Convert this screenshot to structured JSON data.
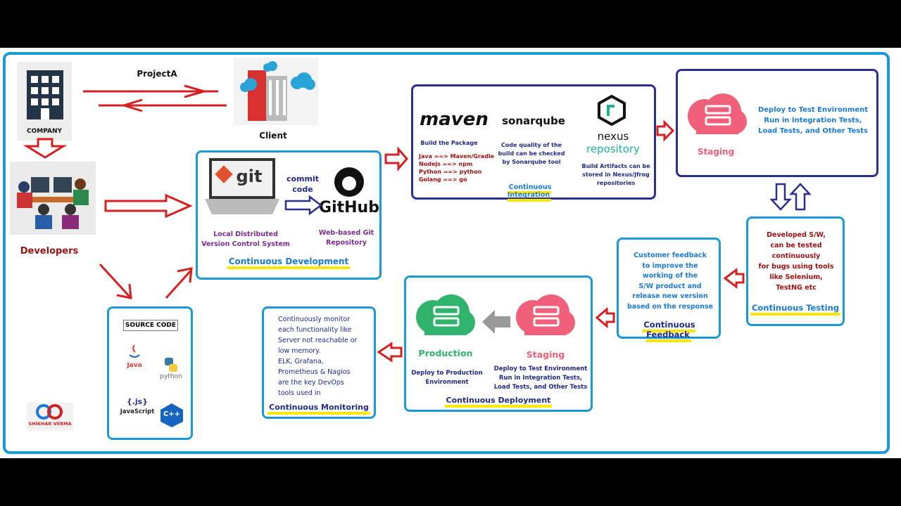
{
  "top": {
    "project_label": "ProjectA",
    "company_label": "COMPANY",
    "client_label": "Client",
    "developers_label": "Developers"
  },
  "dev": {
    "git_text": "git",
    "commit_label": "commit\ncode",
    "github_text": "GitHub",
    "local_vcs": "Local Distributed\nVersion Control System",
    "github_desc": "Web-based Git\nRepository",
    "title": "Continuous Development"
  },
  "source": {
    "title": "SOURCE CODE",
    "java": "Java",
    "python": "python",
    "js_braces": "{.js}",
    "javascript": "JavaScript",
    "cpp": "C++",
    "logo_text": "SHIKHAR VERMA"
  },
  "ci": {
    "maven": "maven",
    "sonar": "sonarqube",
    "nexus1": "nexus",
    "nexus2": "repository",
    "build_pkg": "Build the Package",
    "langs": "Java ==> Maven/Gradle\nNodejs ==> npm\nPython ==> python\nGolang ==> go",
    "sonar_desc": "Code quality of the\nbuild can be checked\nby Sonarqube tool",
    "nexus_desc": "Build Artifacts can be\nstored in Nexus/Jfrog\nrepositories",
    "title": "Continuous Integration"
  },
  "staging_top": {
    "label": "Staging",
    "desc": "Deploy to Test Environment\nRun in Integration Tests,\nLoad Tests, and Other Tests"
  },
  "testing": {
    "desc": "Developed S/W,\ncan be tested\ncontinuously\nfor bugs using tools\nlike Selenium,\nTestNG etc",
    "title": "Continuous Testing"
  },
  "feedback": {
    "desc": "Customer feedback\nto improve the\nworking of the\nS/W product and\nrelease new version\nbased on the response",
    "title": "Continuous Feedback"
  },
  "deployment": {
    "production": "Production",
    "staging": "Staging",
    "prod_desc": "Deploy to Production\nEnvironment",
    "stage_desc": "Deploy to Test Environment\nRun in Integration Tests,\nLoad Tests, and Other Tests",
    "title": "Continuous Deployment"
  },
  "monitoring": {
    "desc": "Continuously monitor\neach functionality like\nServer not reachable or\nlow memory.\nELK, Grafana,\nPrometheus & Nagios\nare the key DevOps\ntools used in",
    "title": "Continuous Monitoring"
  },
  "colors": {
    "frame": "#1a9ad6",
    "navy_frame": "#2b2f8f",
    "arrow_red": "#d42020",
    "highlight": "#ffe600",
    "staging_pink": "#f0607a",
    "production_green": "#2fb36d"
  }
}
